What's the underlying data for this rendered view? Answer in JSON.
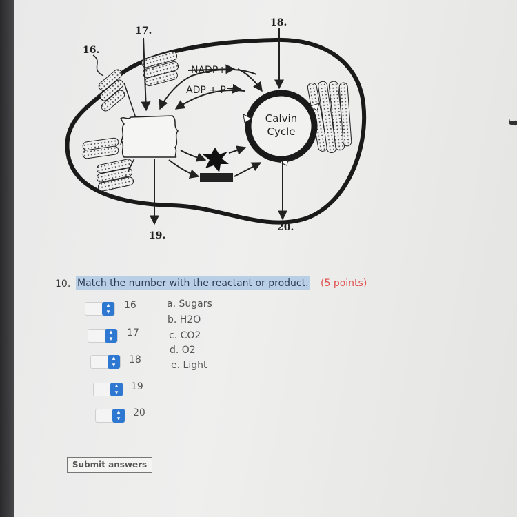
{
  "diagram": {
    "labels": {
      "n16": "16.",
      "n17": "17.",
      "n18": "18.",
      "n19": "19.",
      "n20": "20."
    },
    "nadp": "NADP+",
    "adp": "ADP + P",
    "calvin_line1": "Calvin",
    "calvin_line2": "Cycle"
  },
  "question": {
    "number": "10.",
    "text": "Match the number with the reactant or product.",
    "points": "(5 points)"
  },
  "selects": [
    {
      "label": "16"
    },
    {
      "label": "17"
    },
    {
      "label": "18"
    },
    {
      "label": "19"
    },
    {
      "label": "20"
    }
  ],
  "options": [
    "a. Sugars",
    "b. H2O",
    "c. CO2",
    "d. O2",
    "e. Light"
  ],
  "submit_label": "Submit answers",
  "icons": {
    "select_arrow": "updown-chevron-icon"
  }
}
